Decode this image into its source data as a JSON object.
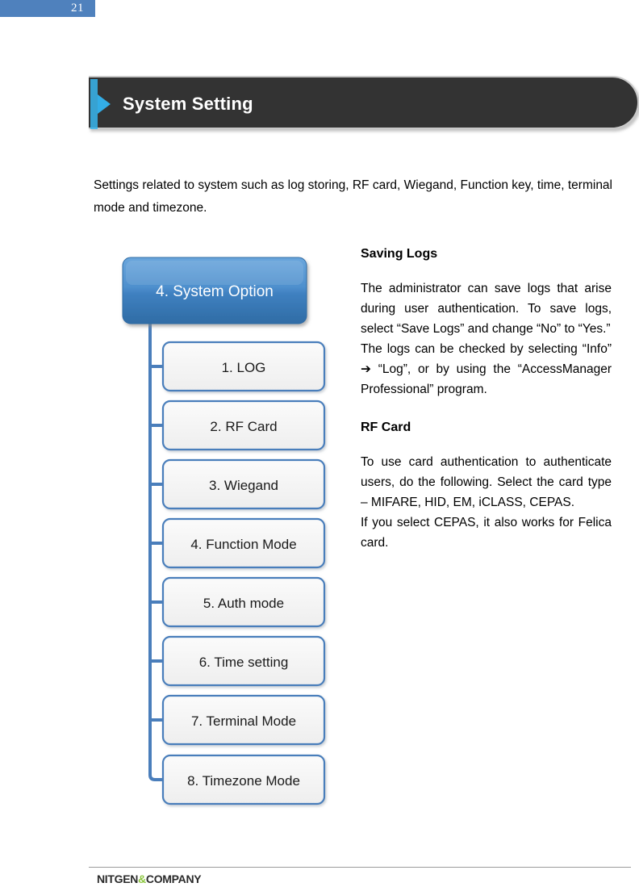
{
  "page": {
    "number": "21",
    "tab_color": "#4F81BD"
  },
  "header": {
    "title": "System Setting",
    "bar_color": "#333333",
    "accent_color": "#33ade6",
    "arrow_icon": "triangle-right-icon"
  },
  "intro": {
    "text": "Settings related to system such as log storing, RF card, Wiegand, Function key, time, terminal mode and timezone."
  },
  "diagram": {
    "root": {
      "label": "4. System Option",
      "fill_top": "#5a9bd5",
      "fill_bottom": "#2f6ca5"
    },
    "children": [
      {
        "label": "1. LOG"
      },
      {
        "label": "2. RF Card"
      },
      {
        "label": "3. Wiegand"
      },
      {
        "label": "4. Function Mode"
      },
      {
        "label": "5. Auth mode"
      },
      {
        "label": "6. Time setting"
      },
      {
        "label": "7. Terminal Mode"
      },
      {
        "label": "8. Timezone Mode"
      }
    ],
    "child_fill": "#f2f2f2",
    "child_border": "#4a7ebb",
    "connector_color": "#4a7ebb"
  },
  "sections": [
    {
      "heading": "Saving Logs",
      "paragraphs": [
        "The administrator can save logs that arise during user authentication. To save logs, select “Save Logs” and change “No” to “Yes.”",
        "The logs can be checked by selecting “Info” ➔ “Log”, or by using the “AccessManager Professional” program."
      ]
    },
    {
      "heading": "RF Card",
      "paragraphs": [
        "To use card authentication to authenticate users, do the following. Select the card type – MIFARE, HID, EM, iCLASS, CEPAS.",
        "If you select CEPAS, it also works for Felica card."
      ]
    }
  ],
  "footer": {
    "logo_part1": "NITGEN",
    "logo_amp": "&",
    "logo_part2": "COMPANY",
    "amp_color": "#8CC63F"
  }
}
